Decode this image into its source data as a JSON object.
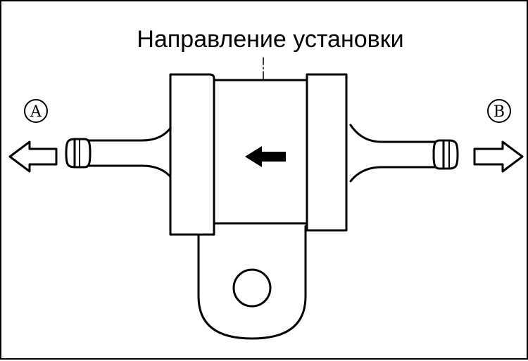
{
  "caption": "Направление установки",
  "ports": {
    "left": "A",
    "right": "B"
  },
  "colors": {
    "line": "#000000",
    "background": "#ffffff"
  }
}
